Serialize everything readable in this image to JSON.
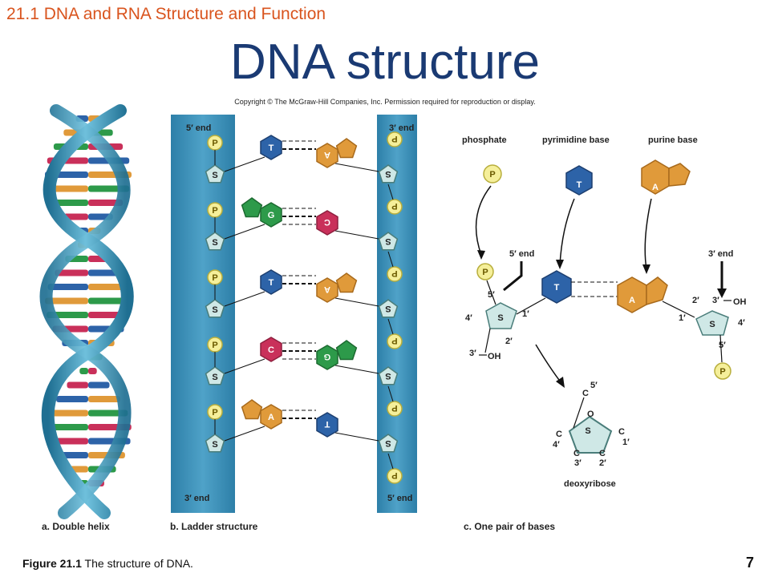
{
  "header": {
    "section_title": "21.1 DNA and RNA Structure and Function",
    "slide_title": "DNA structure",
    "copyright": "Copyright © The McGraw-Hill Companies, Inc. Permission required for reproduction or display."
  },
  "ladder": {
    "left_top_label": "5′ end",
    "left_bottom_label": "3′ end",
    "right_top_label": "3′ end",
    "right_bottom_label": "5′ end",
    "phosphate_symbol": "P",
    "sugar_symbol": "S",
    "pairs": [
      {
        "left": "T",
        "right": "A"
      },
      {
        "left": "G",
        "right": "C"
      },
      {
        "left": "T",
        "right": "A"
      },
      {
        "left": "C",
        "right": "G"
      },
      {
        "left": "A",
        "right": "T"
      }
    ]
  },
  "base_pair_detail": {
    "phosphate_label": "phosphate",
    "pyrimidine_label": "pyrimidine base",
    "purine_label": "purine base",
    "pyrimidine_symbol": "T",
    "purine_symbol": "A",
    "left_end_label": "5′ end",
    "right_end_label": "3′ end",
    "prime_5": "5′",
    "prime_4": "4′",
    "prime_3": "3′",
    "prime_2": "2′",
    "prime_1": "1′",
    "oh": "OH",
    "deoxyribose_label": "deoxyribose",
    "carbon": "C",
    "oxygen": "O"
  },
  "captions": {
    "a": "a. Double helix",
    "b": "b. Ladder structure",
    "c": "c. One pair of bases"
  },
  "footer": {
    "figure_number": "Figure 21.1",
    "figure_text": " The structure of DNA.",
    "page_number": "7"
  },
  "colors": {
    "title_orange": "#d9541e",
    "title_navy": "#1a3a73",
    "backbone": "#3b8ab5",
    "thymine": "#2d63a8",
    "adenine": "#e09a3a",
    "guanine": "#2d9a4a",
    "cytosine": "#c9305a",
    "phosphate": "#f5ef9a",
    "sugar": "#cfe8e6"
  }
}
